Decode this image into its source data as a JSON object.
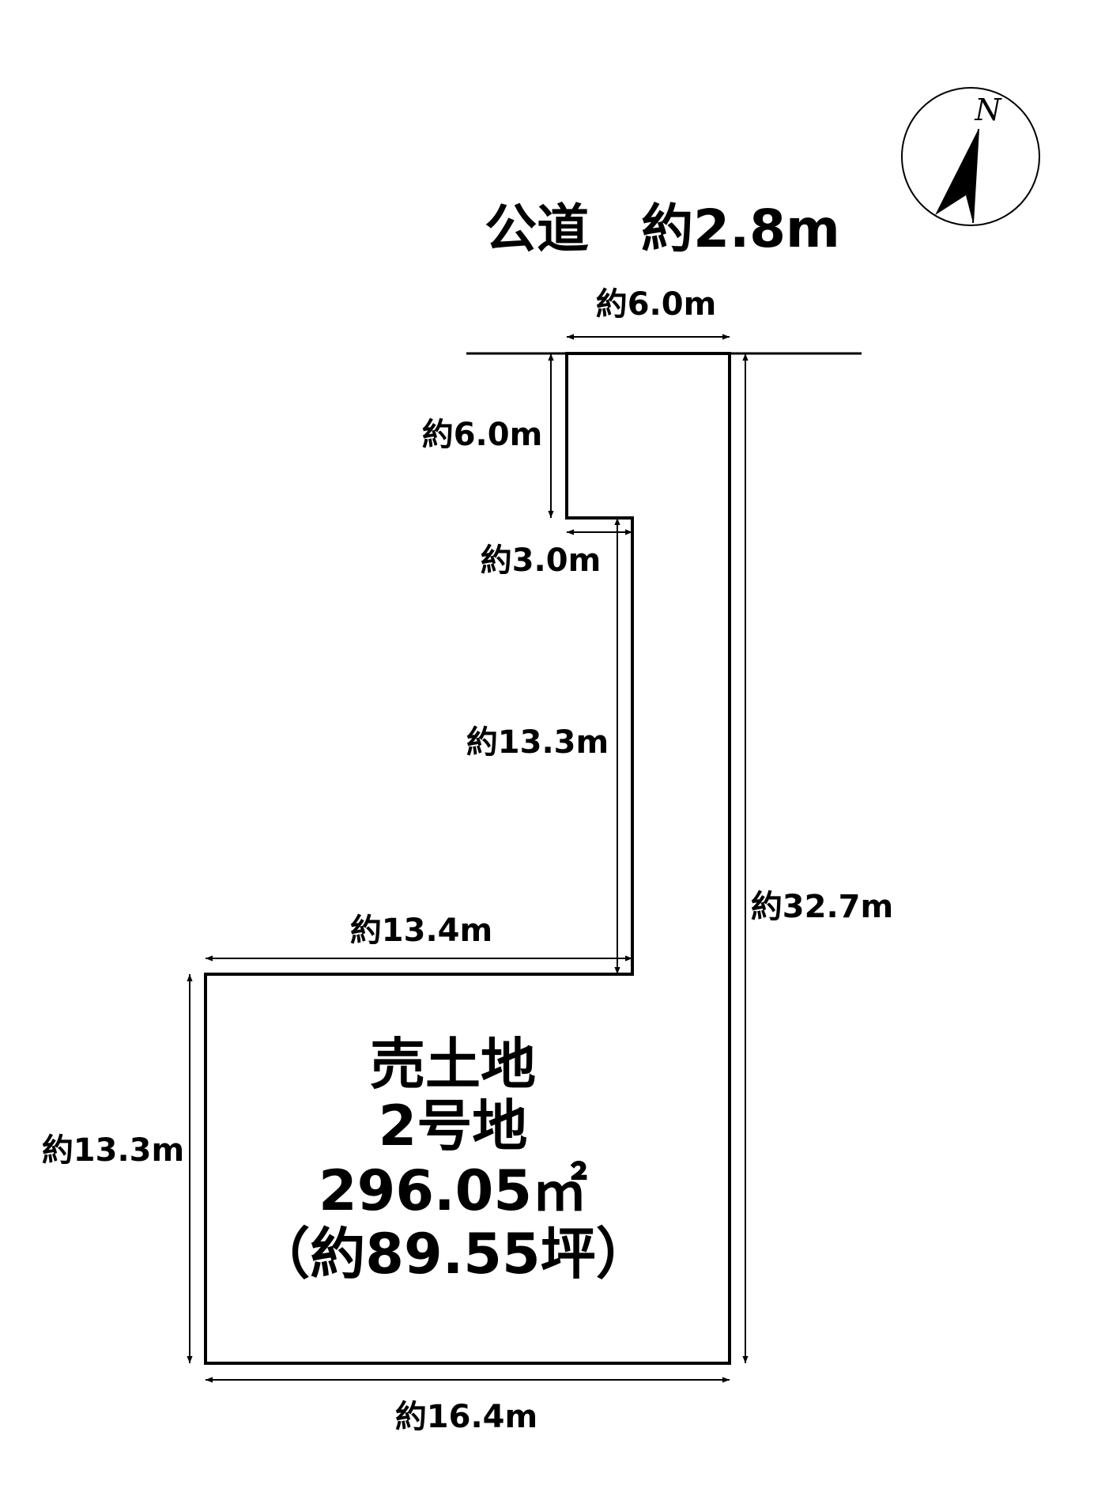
{
  "road": {
    "label": "公道　約2.8m"
  },
  "compass": {
    "north_label": "N",
    "icon": "north-arrow-icon"
  },
  "lot": {
    "name": "売土地",
    "number": "2号地",
    "area_sqm": "296.05㎡",
    "area_tsubo": "（約89.55坪）"
  },
  "dimensions": {
    "frontage": "約6.0m",
    "left_upper_vertical": "約6.0m",
    "step_horizontal": "約3.0m",
    "middle_vertical": "約13.3m",
    "upper_horizontal": "約13.4m",
    "right_vertical": "約32.7m",
    "lower_left_vertical": "約13.3m",
    "bottom": "約16.4m"
  },
  "colors": {
    "line": "#000000",
    "background": "#ffffff"
  }
}
